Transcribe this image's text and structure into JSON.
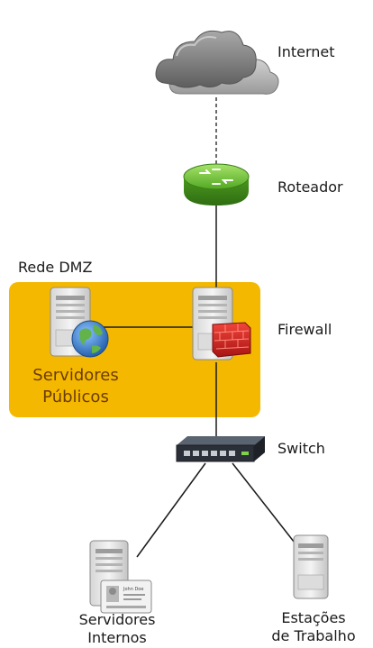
{
  "labels": {
    "internet": "Internet",
    "router": "Roteador",
    "dmz": "Rede DMZ",
    "firewall": "Firewall",
    "public_servers_1": "Servidores",
    "public_servers_2": "Públicos",
    "switch": "Switch",
    "internal_servers_1": "Servidores",
    "internal_servers_2": "Internos",
    "workstations_1": "Estações",
    "workstations_2": "de Trabalho"
  },
  "id_card": {
    "name": "John Doe"
  },
  "colors": {
    "dmz_fill": "#f5b800",
    "router_green": "#5cb82d",
    "firewall_red": "#d42a2a",
    "globe_blue": "#2c6fc2",
    "line": "#1a1a1a"
  }
}
